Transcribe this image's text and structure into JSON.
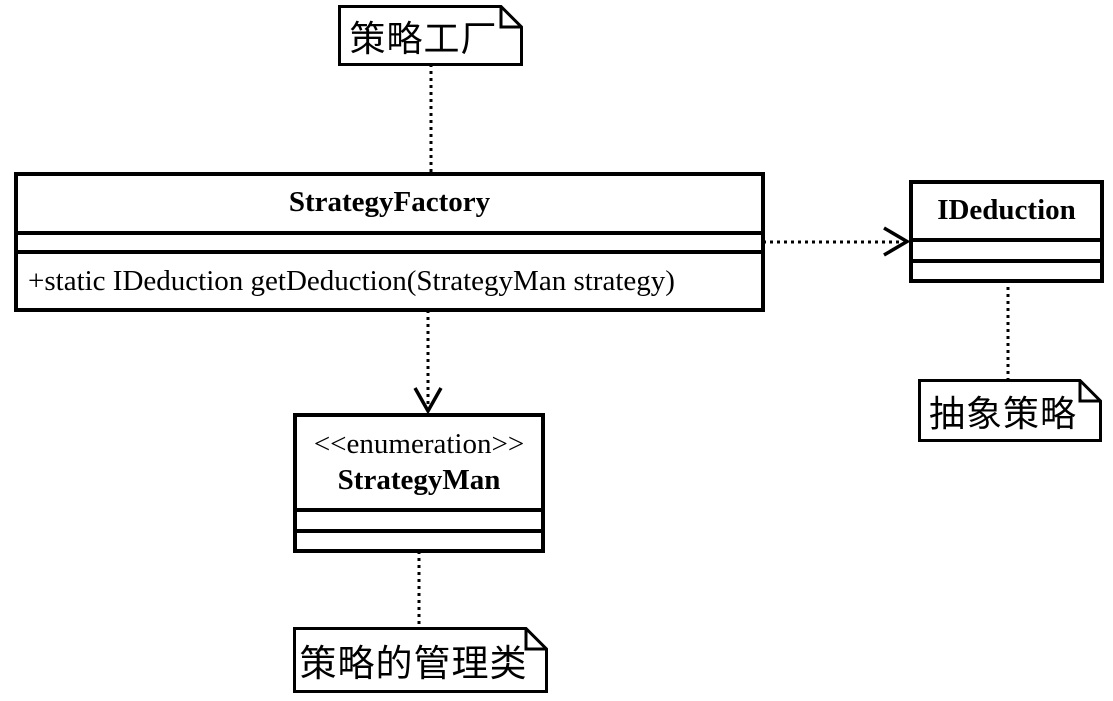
{
  "diagram": {
    "type": "uml-class-diagram",
    "colors": {
      "stroke": "#000000",
      "fill": "#ffffff",
      "background": "#ffffff"
    },
    "classes": {
      "strategy_factory": {
        "name": "StrategyFactory",
        "attributes": [],
        "methods": [
          "+static IDeduction getDeduction(StrategyMan strategy)"
        ],
        "method_label": "+static IDeduction getDeduction(StrategyMan strategy)"
      },
      "ideduction": {
        "name": "IDeduction",
        "attributes": [],
        "methods": []
      },
      "strategy_man": {
        "stereotype": "<<enumeration>>",
        "name": "StrategyMan",
        "attributes": [],
        "methods": []
      }
    },
    "notes": {
      "factory_note": {
        "text": "策略工厂"
      },
      "abstract_strategy_note": {
        "text": "抽象策略"
      },
      "manager_note": {
        "text": "策略的管理类"
      }
    },
    "relations": [
      {
        "from": "factory_note",
        "to": "StrategyFactory",
        "type": "note-anchor",
        "style": "dotted"
      },
      {
        "from": "StrategyFactory",
        "to": "IDeduction",
        "type": "dependency",
        "style": "dotted-open-arrow"
      },
      {
        "from": "StrategyFactory",
        "to": "StrategyMan",
        "type": "dependency",
        "style": "dotted-open-arrow"
      },
      {
        "from": "IDeduction",
        "to": "abstract_strategy_note",
        "type": "note-anchor",
        "style": "dotted"
      },
      {
        "from": "StrategyMan",
        "to": "manager_note",
        "type": "note-anchor",
        "style": "dotted"
      }
    ]
  }
}
